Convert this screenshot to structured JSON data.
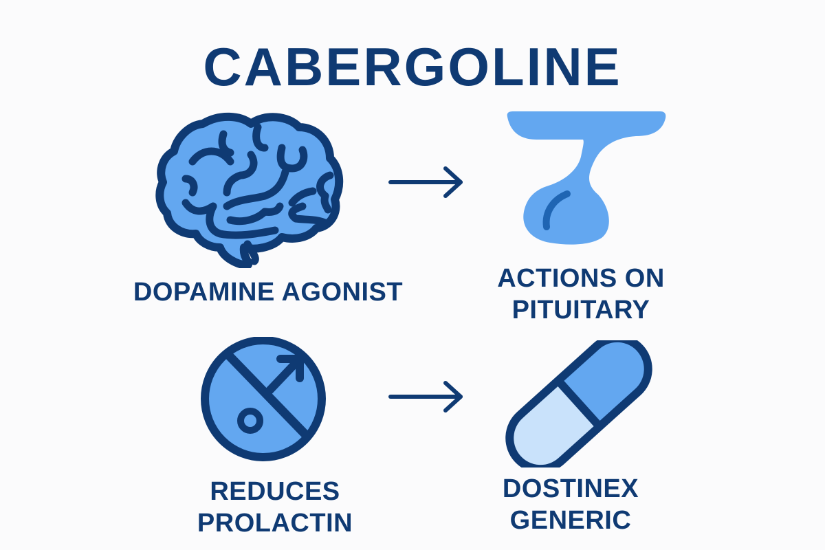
{
  "title": "CABERGOLINE",
  "colors": {
    "dark_blue": "#0f3a73",
    "mid_blue": "#63a7f0",
    "light_blue": "#c9e2fb",
    "accent_blue": "#1f65b3",
    "background": "#fbfbfc"
  },
  "nodes": [
    {
      "id": "dopamine-agonist",
      "icon": "brain-icon",
      "label_lines": [
        "DOPAMINE AGONIST"
      ]
    },
    {
      "id": "actions-on-pituitary",
      "icon": "pituitary-gland-icon",
      "label_lines": [
        "ACTIONS ON",
        "PITUITARY"
      ]
    },
    {
      "id": "reduces-prolactin",
      "icon": "prohibited-hormone-icon",
      "label_lines": [
        "REDUCES PROLACTIN"
      ]
    },
    {
      "id": "dostinex-generic",
      "icon": "capsule-pill-icon",
      "label_lines": [
        "DOSTINEX",
        "GENERIC"
      ]
    }
  ],
  "edges": [
    {
      "from": "dopamine-agonist",
      "to": "actions-on-pituitary",
      "icon": "arrow-right-icon"
    },
    {
      "from": "reduces-prolactin",
      "to": "dostinex-generic",
      "icon": "arrow-right-icon"
    }
  ]
}
